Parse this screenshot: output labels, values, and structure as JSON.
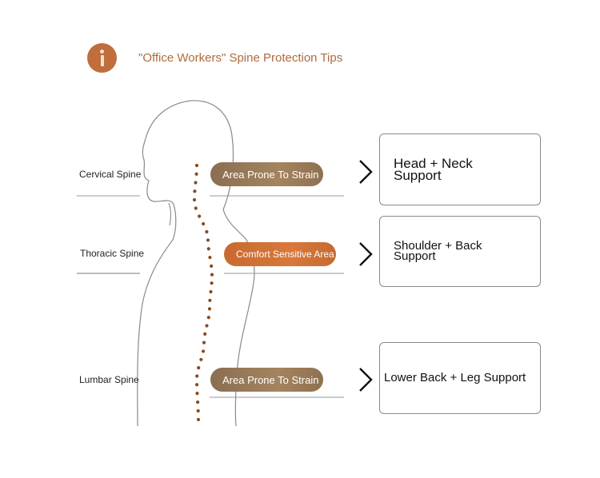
{
  "header": {
    "icon": "info-icon",
    "title": "\"Office Workers\" Spine Protection Tips"
  },
  "colors": {
    "accent": "#c06e3c",
    "strain_pill": "#9a7a58",
    "comfort_pill": "#d2743a",
    "spine_dots": "#8a4a1e"
  },
  "regions": [
    {
      "label": "Cervical Spine",
      "tag": "Area Prone To Strain",
      "support": "Head + Neck Support"
    },
    {
      "label": "Thoracic Spine",
      "tag": "Comfort Sensitive Area",
      "support": "Shoulder + Back Support"
    },
    {
      "label": "Lumbar Spine",
      "tag": "Area Prone To Strain",
      "support": "Lower Back + Leg Support"
    }
  ]
}
